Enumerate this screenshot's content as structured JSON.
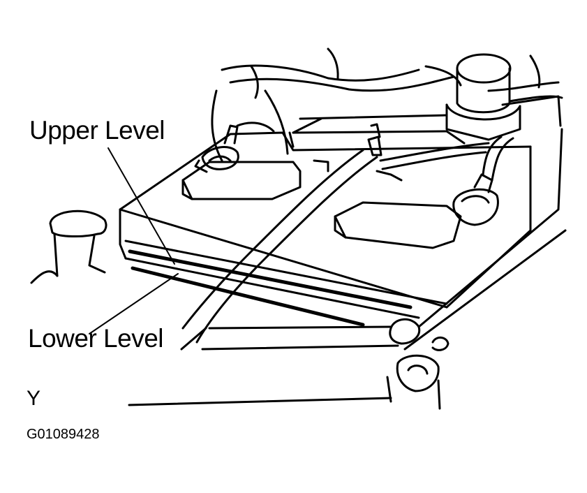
{
  "labels": {
    "upper_level": "Upper Level",
    "lower_level": "Lower Level",
    "view": "Y",
    "figure_code": "G01089428"
  },
  "colors": {
    "ink": "#000000",
    "paper": "#ffffff"
  },
  "parts": [
    "battery-case",
    "positive-terminal",
    "negative-terminal",
    "hold-down-bar",
    "upper-level-line",
    "lower-level-line",
    "reservoir-cap-left",
    "reservoir-cap-rear"
  ]
}
